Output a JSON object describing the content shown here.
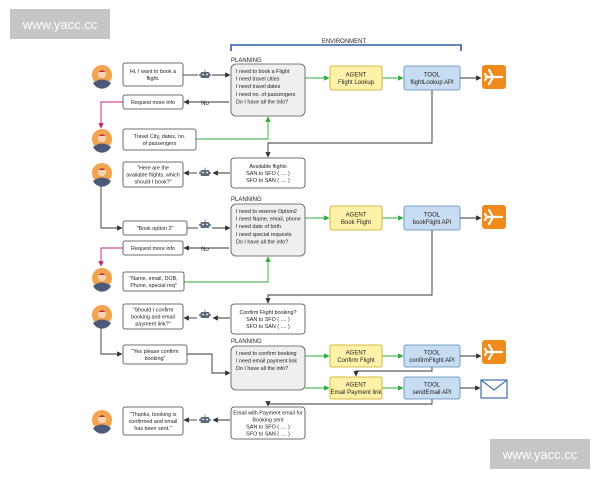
{
  "watermarks": {
    "top_left": "www.yacc.cc",
    "bottom_right": "www.yacc.cc"
  },
  "environment_label": "ENVIRONMENT",
  "planning_labels": [
    "PLANNING",
    "PLANNING",
    "PLANNING"
  ],
  "no_labels": [
    "No",
    "No"
  ],
  "user_messages": [
    [
      "Hi, I want to book a",
      "flight."
    ],
    [
      "Travel City, dates, no.",
      "of passengers"
    ],
    [
      "\"Book option 2\""
    ],
    [
      "\"Name, email, DOB,",
      "Phone, special req\""
    ],
    [
      "\"Yes please confirm",
      "booking\""
    ]
  ],
  "assistant_messages": [
    [
      "Request more info"
    ],
    [
      "\"Here are the",
      "available flights..which",
      "should I book?\""
    ],
    [
      "Request more info"
    ],
    [
      "\"Should I confirm",
      "booking and email",
      "payment link?\""
    ],
    [
      "\"Thanks, booking is",
      "confirmed and email",
      "has been sent.\""
    ]
  ],
  "planning_boxes": [
    [
      "I need to book a Flight",
      "I need travel cities",
      "I need travel dates",
      "I need no. of passengers",
      "",
      "Do I have all the info?"
    ],
    [
      "I need to reserve Option2",
      "I need Name, email, phone",
      "I need date of birth",
      "I need special requests",
      "",
      "Do I have all the info?"
    ],
    [
      "I need to confirm booking",
      "I need email payment link",
      "",
      "Do I have all the info?"
    ]
  ],
  "result_boxes": [
    [
      "Available flights",
      "SAN to SFO ( .... )",
      "SFO to SAN ( .... )"
    ],
    [
      "Confirm Flight booking?",
      "SAN to SFO ( .... )",
      "SFO to SAN ( .... )"
    ],
    [
      "Email with Payment email for",
      "Booking sent",
      "SAN to SFO ( .... )",
      "SFO to SAN ( .... )"
    ]
  ],
  "agents": [
    [
      "AGENT",
      "Flight Lookup"
    ],
    [
      "AGENT",
      "Book Flight"
    ],
    [
      "AGENT",
      "Confirm Flight"
    ],
    [
      "AGENT",
      "Email Payment link"
    ]
  ],
  "tools": [
    [
      "TOOL",
      "flightLookup API"
    ],
    [
      "TOOL",
      "bookFlight API"
    ],
    [
      "TOOL",
      "confirmFlight API"
    ],
    [
      "TOOL",
      "sendEmail API"
    ]
  ],
  "icons": [
    "user-avatar-icon",
    "robot-icon",
    "airplane-icon",
    "envelope-icon"
  ],
  "colors": {
    "agent_fill": "#fff2a8",
    "agent_border": "#c9a51a",
    "tool_fill": "#c8ddf2",
    "tool_border": "#5a86b3",
    "planning_fill": "#efefef",
    "planning_border": "#555555",
    "user_arrow": "#2eaa3b",
    "assistant_arrow": "#c2207a",
    "environment_bracket": "#2f5fa8",
    "airplane_tile": "#f08a1c",
    "avatar_face": "#f2a34d",
    "avatar_hair": "#c0392b",
    "avatar_shirt": "#4c5a7a"
  }
}
